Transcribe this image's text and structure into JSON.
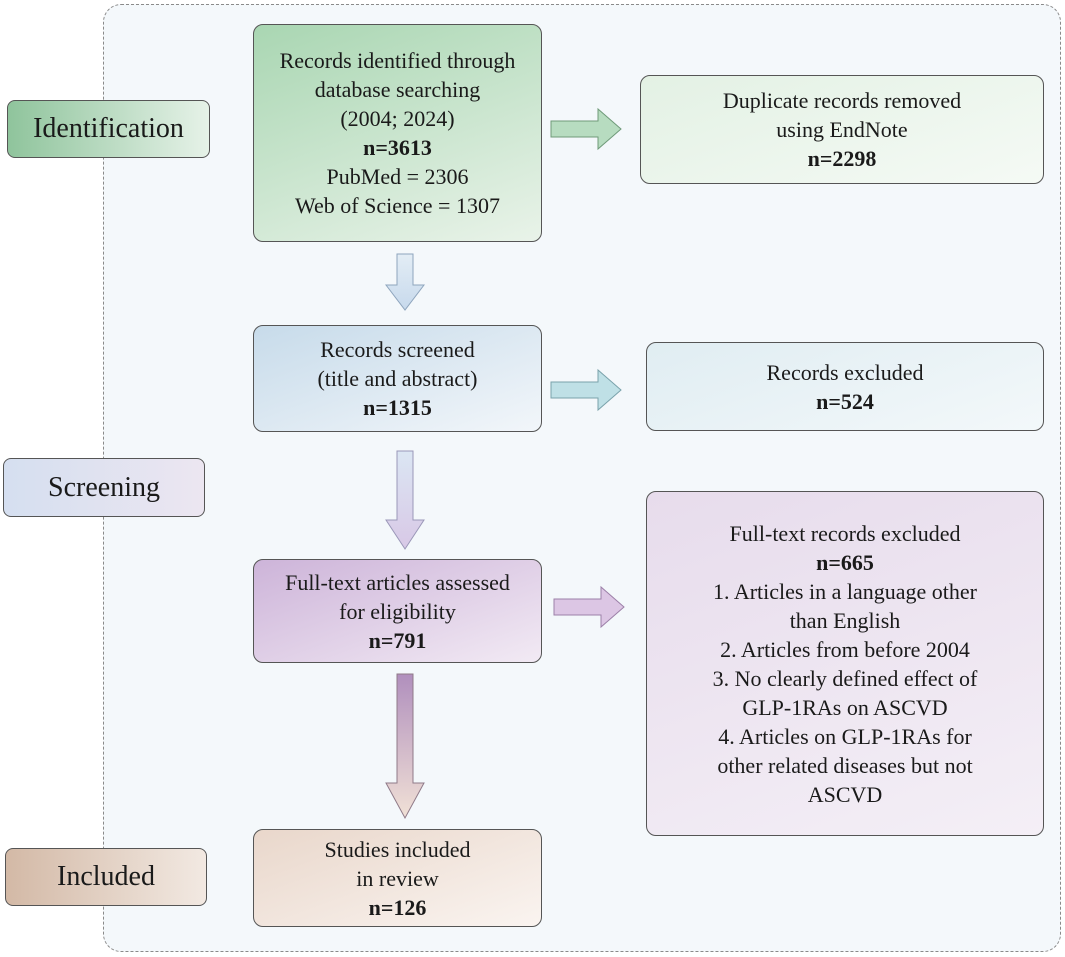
{
  "stages": {
    "identification": "Identification",
    "screening": "Screening",
    "included": "Included"
  },
  "identified": {
    "lines": [
      "Records identified through",
      "database searching",
      "(2004; 2024)"
    ],
    "count": "n=3613",
    "sources": [
      "PubMed = 2306",
      "Web of Science = 1307"
    ]
  },
  "duplicates": {
    "lines": [
      "Duplicate records removed",
      "using EndNote"
    ],
    "count": "n=2298"
  },
  "screened": {
    "lines": [
      "Records screened",
      "(title and abstract)"
    ],
    "count": "n=1315"
  },
  "excluded": {
    "lines": [
      "Records excluded"
    ],
    "count": "n=524"
  },
  "fulltext": {
    "lines": [
      "Full-text articles assessed",
      "for eligibility"
    ],
    "count": "n=791"
  },
  "fulltext_excluded": {
    "title": "Full-text records excluded",
    "count": "n=665",
    "reasons": [
      "1. Articles in a language other",
      "than English",
      "2. Articles from before 2004",
      "3. No clearly defined effect of",
      "GLP-1RAs on ASCVD",
      "4. Articles on GLP-1RAs for",
      "other related diseases but not",
      "ASCVD"
    ]
  },
  "included_studies": {
    "lines": [
      "Studies included",
      "in review"
    ],
    "count": "n=126"
  },
  "colors": {
    "green": "#a9d6b2",
    "blue": "#c7dbea",
    "purple": "#cdb4d9",
    "beige": "#e9d7cb",
    "border": "#555555",
    "frame_dash": "#8a8a8a"
  }
}
